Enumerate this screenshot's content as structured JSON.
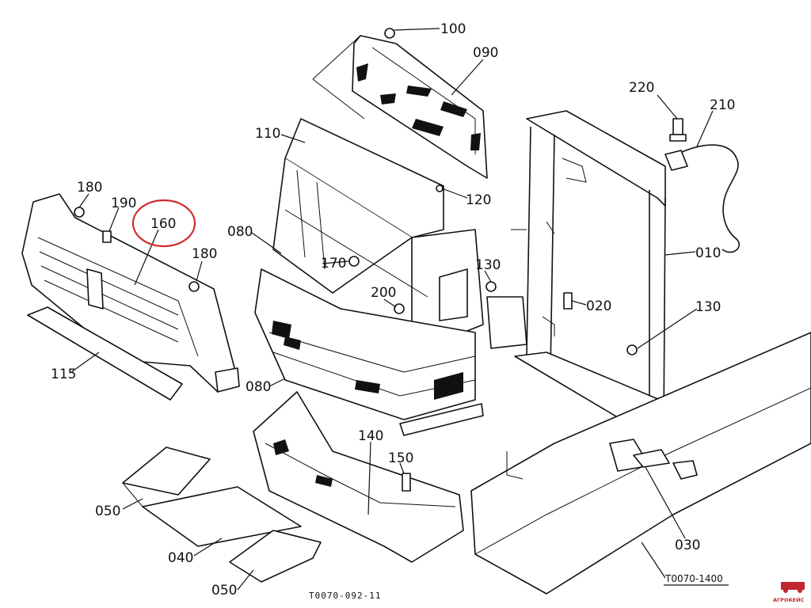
{
  "diagram": {
    "drawing_number": "T0070-092-11",
    "reference_number": "T0070-1400",
    "watermark_text": "АГРОКЕЙС",
    "highlight_color": "#d12a2a",
    "highlighted_part": "160",
    "callouts": [
      {
        "id": "c100",
        "label": "100"
      },
      {
        "id": "c090",
        "label": "090"
      },
      {
        "id": "c110",
        "label": "110"
      },
      {
        "id": "c120",
        "label": "120"
      },
      {
        "id": "c220",
        "label": "220"
      },
      {
        "id": "c210",
        "label": "210"
      },
      {
        "id": "c180a",
        "label": "180"
      },
      {
        "id": "c190",
        "label": "190"
      },
      {
        "id": "c160",
        "label": "160"
      },
      {
        "id": "c180b",
        "label": "180"
      },
      {
        "id": "c080a",
        "label": "080"
      },
      {
        "id": "c170",
        "label": "170"
      },
      {
        "id": "c130a",
        "label": "130"
      },
      {
        "id": "c010",
        "label": "010"
      },
      {
        "id": "c200",
        "label": "200"
      },
      {
        "id": "c020",
        "label": "020"
      },
      {
        "id": "c130b",
        "label": "130"
      },
      {
        "id": "c115",
        "label": "115"
      },
      {
        "id": "c080b",
        "label": "080"
      },
      {
        "id": "c140",
        "label": "140"
      },
      {
        "id": "c150",
        "label": "150"
      },
      {
        "id": "c050a",
        "label": "050"
      },
      {
        "id": "c040",
        "label": "040"
      },
      {
        "id": "c050b",
        "label": "050"
      },
      {
        "id": "c030",
        "label": "030"
      }
    ]
  }
}
